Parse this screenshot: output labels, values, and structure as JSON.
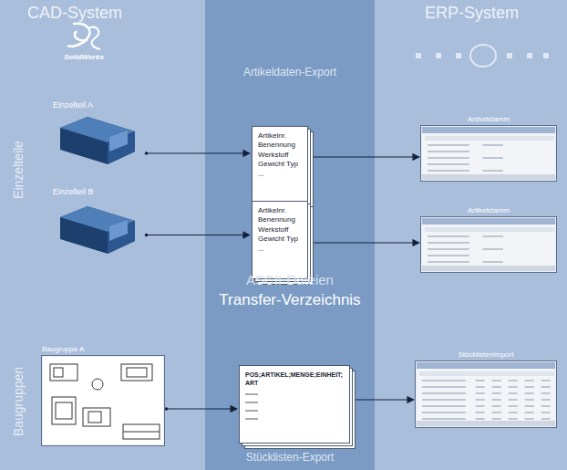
{
  "diagram": {
    "nodes": [
      {
        "text": [
          "Einzelteil A"
        ]
      },
      {
        "text": [
          "Artikelnr. Benennung Werkstoff Gewicht Typ ..."
        ]
      },
      {
        "text": [
          "Artikelstamm"
        ]
      },
      {
        "text": [
          "Einzelteil B"
        ]
      },
      {
        "text": [
          "Artikelnr. Benennung Werkstoff Gewicht Typ ..."
        ]
      },
      {
        "text": [
          "Artikelstamm"
        ]
      },
      {
        "text": [
          "Baugruppe A"
        ]
      },
      {
        "text": [
          "POS;ARTIKEL;MENGE;EINHEIT;ART"
        ]
      },
      {
        "text": [
          "Stücklistenimport"
        ]
      }
    ],
    "edges": [
      {
        "from": 0,
        "to": 1,
        "arrow": "to"
      },
      {
        "from": 1,
        "to": 2,
        "arrow": "to"
      },
      {
        "from": 3,
        "to": 4,
        "arrow": "to"
      },
      {
        "from": 4,
        "to": 5,
        "arrow": "to"
      },
      {
        "from": 6,
        "to": 7,
        "arrow": "to"
      },
      {
        "from": 7,
        "to": 8,
        "arrow": "to"
      }
    ],
    "labels": [
      "CAD-System",
      "SolidWorks",
      "ERP-System",
      "Artikeldaten-Export",
      "Einzelteile",
      "ASCII-Dateien",
      "Transfer-Verzeichnis",
      "Baugruppen",
      "Stücklisten-Export"
    ]
  }
}
